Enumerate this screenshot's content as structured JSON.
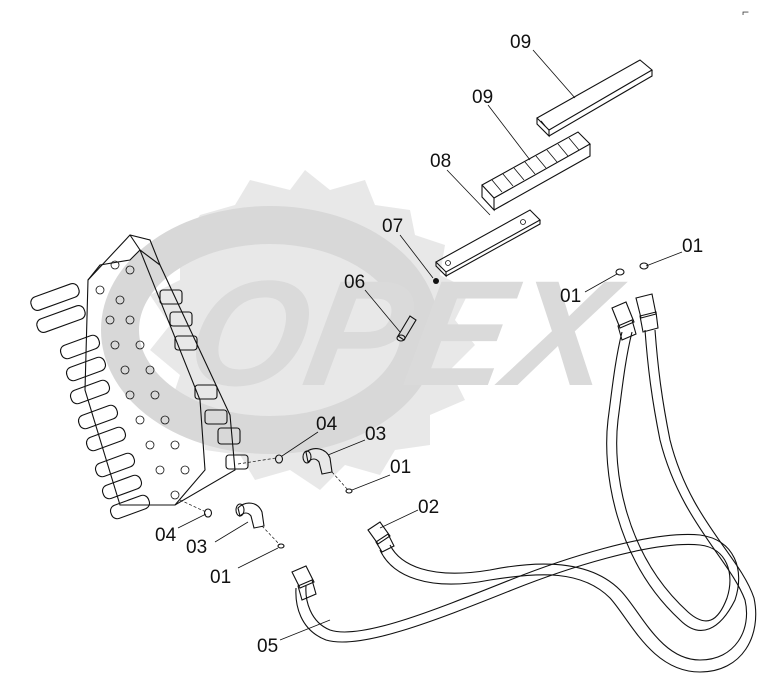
{
  "watermark": {
    "text": "OPEX",
    "color": "#d9d9d9"
  },
  "callouts": {
    "c09_top": "09",
    "c09_mid": "09",
    "c08": "08",
    "c07": "07",
    "c06": "06",
    "c01_right": "01",
    "c01_right2": "01",
    "c04_upper": "04",
    "c03_upper": "03",
    "c01_mid": "01",
    "c02": "02",
    "c04_lower": "04",
    "c03_lower": "03",
    "c01_lower": "01",
    "c05": "05"
  },
  "corner_mark": "⌐"
}
